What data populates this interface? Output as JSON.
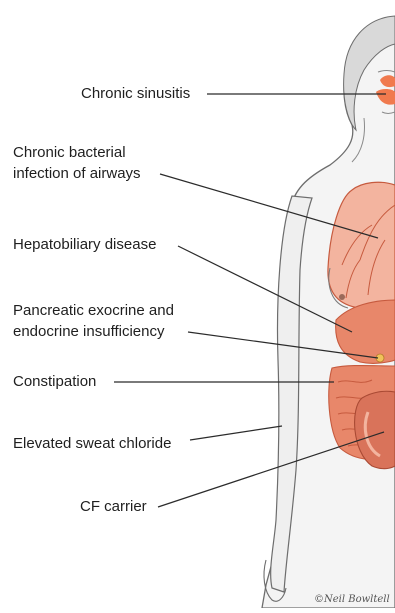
{
  "labels": {
    "chronic_sinusitis": "Chronic sinusitis",
    "airway_infection_line1": "Chronic bacterial",
    "airway_infection_line2": "infection of airways",
    "hepatobiliary": "Hepatobiliary disease",
    "pancreatic_line1": "Pancreatic exocrine and",
    "pancreatic_line2": "endocrine insufficiency",
    "constipation": "Constipation",
    "sweat_chloride": "Elevated sweat chloride",
    "cf_carrier": "CF carrier"
  },
  "signature": "©Neil Bowltell",
  "colors": {
    "organ_fill": "#e8876a",
    "organ_light": "#f3b49f",
    "organ_dark": "#c65a3e",
    "sinus": "#f07a4e",
    "outline": "#6d6d6d",
    "skin": "#f4f4f4",
    "leader_line": "#2b2b2b"
  }
}
